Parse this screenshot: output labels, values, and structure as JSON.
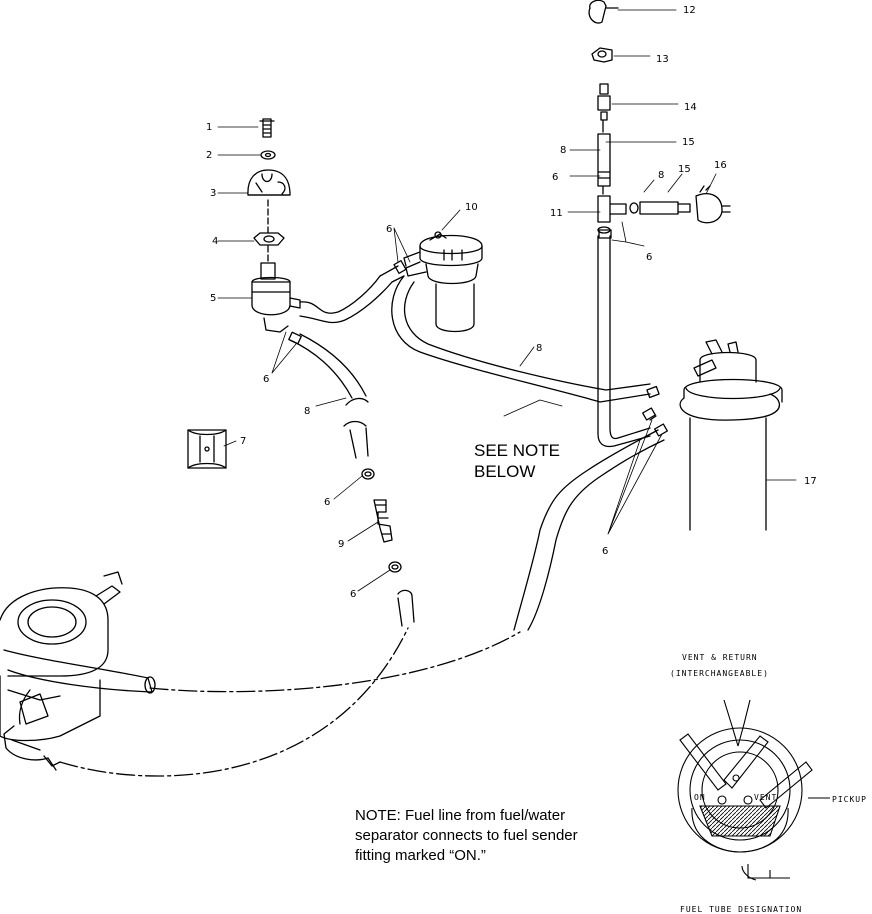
{
  "callouts": [
    "1",
    "2",
    "3",
    "4",
    "5",
    "6",
    "6",
    "7",
    "8",
    "6",
    "9",
    "6",
    "10",
    "6",
    "8",
    "12",
    "13",
    "14",
    "15",
    "8",
    "6",
    "11",
    "8",
    "15",
    "16",
    "6",
    "17",
    "6"
  ],
  "see_note": {
    "line1": "SEE NOTE",
    "line2": "BELOW"
  },
  "note": {
    "line1": "NOTE:  Fuel line from fuel/water",
    "line2": "separator connects to fuel sender",
    "line3": "fitting marked “ON.”"
  },
  "inset": {
    "label_top_1": "VENT & RETURN",
    "label_top_2": "(INTERCHANGEABLE)",
    "label_right": "PICKUP",
    "label_left": "ON",
    "label_right2": "VENT",
    "caption": "FUEL TUBE DESIGNATION"
  },
  "colors": {
    "ink": "#000000",
    "paper": "#ffffff",
    "hatch": "#555555"
  }
}
